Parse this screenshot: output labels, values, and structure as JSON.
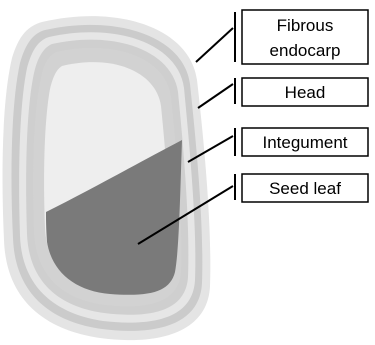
{
  "labels": {
    "fibrous_line1": "Fibrous",
    "fibrous_line2": "endocarp",
    "head": "Head",
    "integument": "Integument",
    "seed_leaf": "Seed leaf"
  },
  "colors": {
    "outer_layer": "#e4e4e4",
    "layer_band": "#cbcbcb",
    "integument_band": "#d0d0d0",
    "inner_space": "#eeeeee",
    "seed_leaf_fill": "#7a7a7a",
    "stroke": "#000000"
  }
}
